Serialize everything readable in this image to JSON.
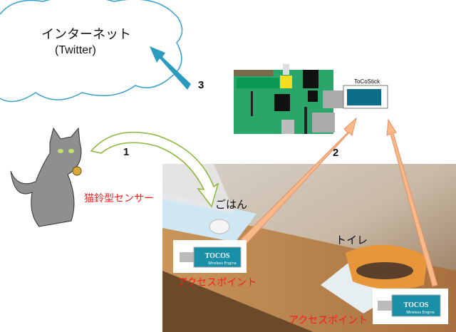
{
  "cloud": {
    "title": "インターネット",
    "subtitle": "(Twitter)"
  },
  "steps": {
    "one": "1",
    "two": "2",
    "three": "3"
  },
  "device": {
    "stick_label": "ToCoStick"
  },
  "sensor": {
    "label": "猫鈴型センサー"
  },
  "places": {
    "food": "ごはん",
    "toilet": "トイレ"
  },
  "access_points": [
    {
      "label": "アクセスポイント",
      "stick_brand": "TOCOS",
      "stick_sub": "Wireless Engine"
    },
    {
      "label": "アクセスポイント",
      "stick_brand": "TOCOS",
      "stick_sub": "Wireless Engine"
    }
  ],
  "colors": {
    "cloud": "#3aa0c8",
    "arrow_blue": "#2a9cc0",
    "arrow_orange": "#f7b98a",
    "arrow_green": "#8ab63a",
    "board": "#2aa66a",
    "label_red": "#ff1a1a"
  }
}
